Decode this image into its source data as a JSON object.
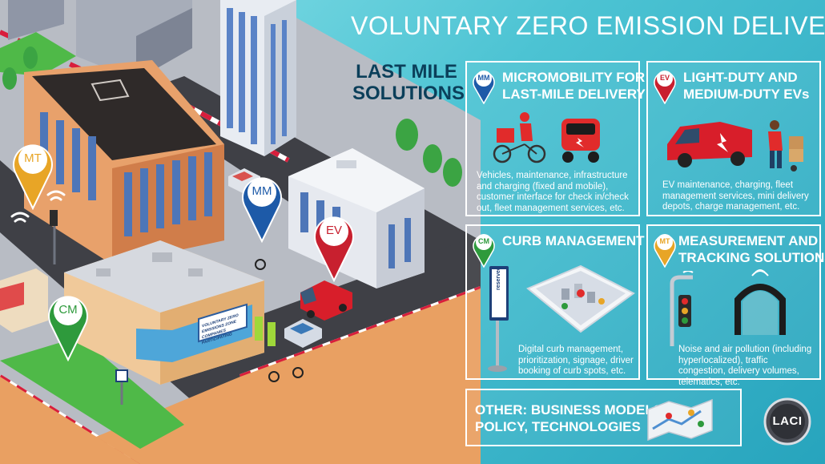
{
  "title": "VOLUNTARY ZERO EMISSION DELIVERY ZONE",
  "subtitle": "LAST MILE SOLUTIONS",
  "colors": {
    "mm": "#1d5aa8",
    "ev": "#c8202f",
    "cm": "#2e9a3c",
    "mt": "#e8a526",
    "heading": "#0b3f5a",
    "panel_border": "#ffffff"
  },
  "map_pins": {
    "mt": "MT",
    "mm": "MM",
    "ev": "EV",
    "cm": "CM"
  },
  "building_sign": {
    "line1": "VOLUNTARY ZERO EMISSIONS ZONE",
    "line2": "COMPANIES PARTICIPATING"
  },
  "street_sign": "reserved",
  "panels": {
    "micromobility": {
      "badge": "MM",
      "title_line1": "MICROMOBILITY FOR",
      "title_line2": "LAST-MILE DELIVERY",
      "desc": "Vehicles, maintenance, infrastructure and charging (fixed and mobile), customer interface for check in/check out, fleet management services, etc."
    },
    "ev": {
      "badge": "EV",
      "title_line1": "LIGHT-DUTY AND",
      "title_line2": "MEDIUM-DUTY EVs",
      "desc": "EV maintenance, charging, fleet management services, mini delivery depots, charge management, etc."
    },
    "curb": {
      "badge": "CM",
      "title_line1": "CURB MANAGEMENT",
      "desc": "Digital curb management, prioritization, signage, driver booking of curb spots, etc."
    },
    "measurement": {
      "badge": "MT",
      "title_line1": "MEASUREMENT AND",
      "title_line2": "TRACKING SOLUTIONS",
      "desc": "Noise and air pollution (including hyperlocalized), traffic congestion, delivery volumes, telematics, etc."
    },
    "other": {
      "title_line1": "OTHER: BUSINESS MODELS,",
      "title_line2": "POLICY, TECHNOLOGIES"
    }
  },
  "logo": "LACI"
}
